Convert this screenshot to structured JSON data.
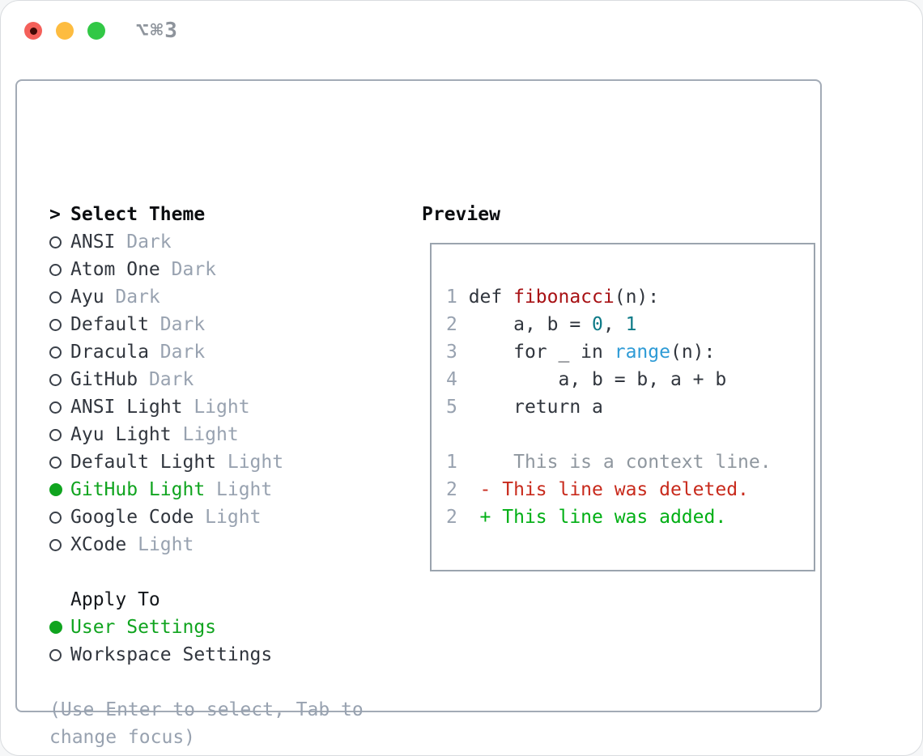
{
  "window": {
    "title": "⌥⌘3"
  },
  "theme_picker": {
    "prompt": ">",
    "header": "Select Theme",
    "items": [
      {
        "name": "ANSI",
        "variant": "Dark",
        "selected": false
      },
      {
        "name": "Atom One",
        "variant": "Dark",
        "selected": false
      },
      {
        "name": "Ayu",
        "variant": "Dark",
        "selected": false
      },
      {
        "name": "Default",
        "variant": "Dark",
        "selected": false
      },
      {
        "name": "Dracula",
        "variant": "Dark",
        "selected": false
      },
      {
        "name": "GitHub",
        "variant": "Dark",
        "selected": false
      },
      {
        "name": "ANSI Light",
        "variant": "Light",
        "selected": false
      },
      {
        "name": "Ayu Light",
        "variant": "Light",
        "selected": false
      },
      {
        "name": "Default Light",
        "variant": "Light",
        "selected": false
      },
      {
        "name": "GitHub Light",
        "variant": "Light",
        "selected": true
      },
      {
        "name": "Google Code",
        "variant": "Light",
        "selected": false
      },
      {
        "name": "XCode",
        "variant": "Light",
        "selected": false
      }
    ]
  },
  "apply_to": {
    "header": "Apply To",
    "options": [
      {
        "label": "User Settings",
        "selected": true
      },
      {
        "label": "Workspace Settings",
        "selected": false
      }
    ]
  },
  "hint": {
    "line1": "(Use Enter to select, Tab to",
    "line2": "change focus)"
  },
  "preview": {
    "header": "Preview",
    "code_lines": [
      {
        "num": "1",
        "segments": [
          {
            "t": "def ",
            "c": "code"
          },
          {
            "t": "fibonacci",
            "c": "func"
          },
          {
            "t": "(n):",
            "c": "code"
          }
        ]
      },
      {
        "num": "2",
        "segments": [
          {
            "t": "    a, b = ",
            "c": "code"
          },
          {
            "t": "0",
            "c": "num"
          },
          {
            "t": ", ",
            "c": "code"
          },
          {
            "t": "1",
            "c": "num"
          }
        ]
      },
      {
        "num": "3",
        "segments": [
          {
            "t": "    for _ in ",
            "c": "code"
          },
          {
            "t": "range",
            "c": "builtin"
          },
          {
            "t": "(n):",
            "c": "code"
          }
        ]
      },
      {
        "num": "4",
        "segments": [
          {
            "t": "        a, b = b, a + b",
            "c": "code"
          }
        ]
      },
      {
        "num": "5",
        "segments": [
          {
            "t": "    return a",
            "c": "code"
          }
        ]
      },
      {
        "num": "",
        "segments": []
      },
      {
        "num": "1",
        "segments": [
          {
            "t": "    This is a context line.",
            "c": "context"
          }
        ]
      },
      {
        "num": "2",
        "segments": [
          {
            "t": " - This line was deleted.",
            "c": "deleted"
          }
        ]
      },
      {
        "num": "2",
        "segments": [
          {
            "t": " + This line was added.",
            "c": "added"
          }
        ]
      }
    ]
  },
  "colors": {
    "text_dark": "#31363e",
    "muted_gray": "#98a2b0",
    "context_gray": "#8f979f",
    "selection_green": "#10a41f",
    "added_green": "#00af14",
    "deleted_red": "#c82a1c",
    "function_red": "#a81114",
    "builtin_blue": "#2e9bd6",
    "number_teal": "#0d7a87",
    "traffic_red": "#f4605a",
    "traffic_yellow": "#fdbc40",
    "traffic_green": "#32c846"
  }
}
